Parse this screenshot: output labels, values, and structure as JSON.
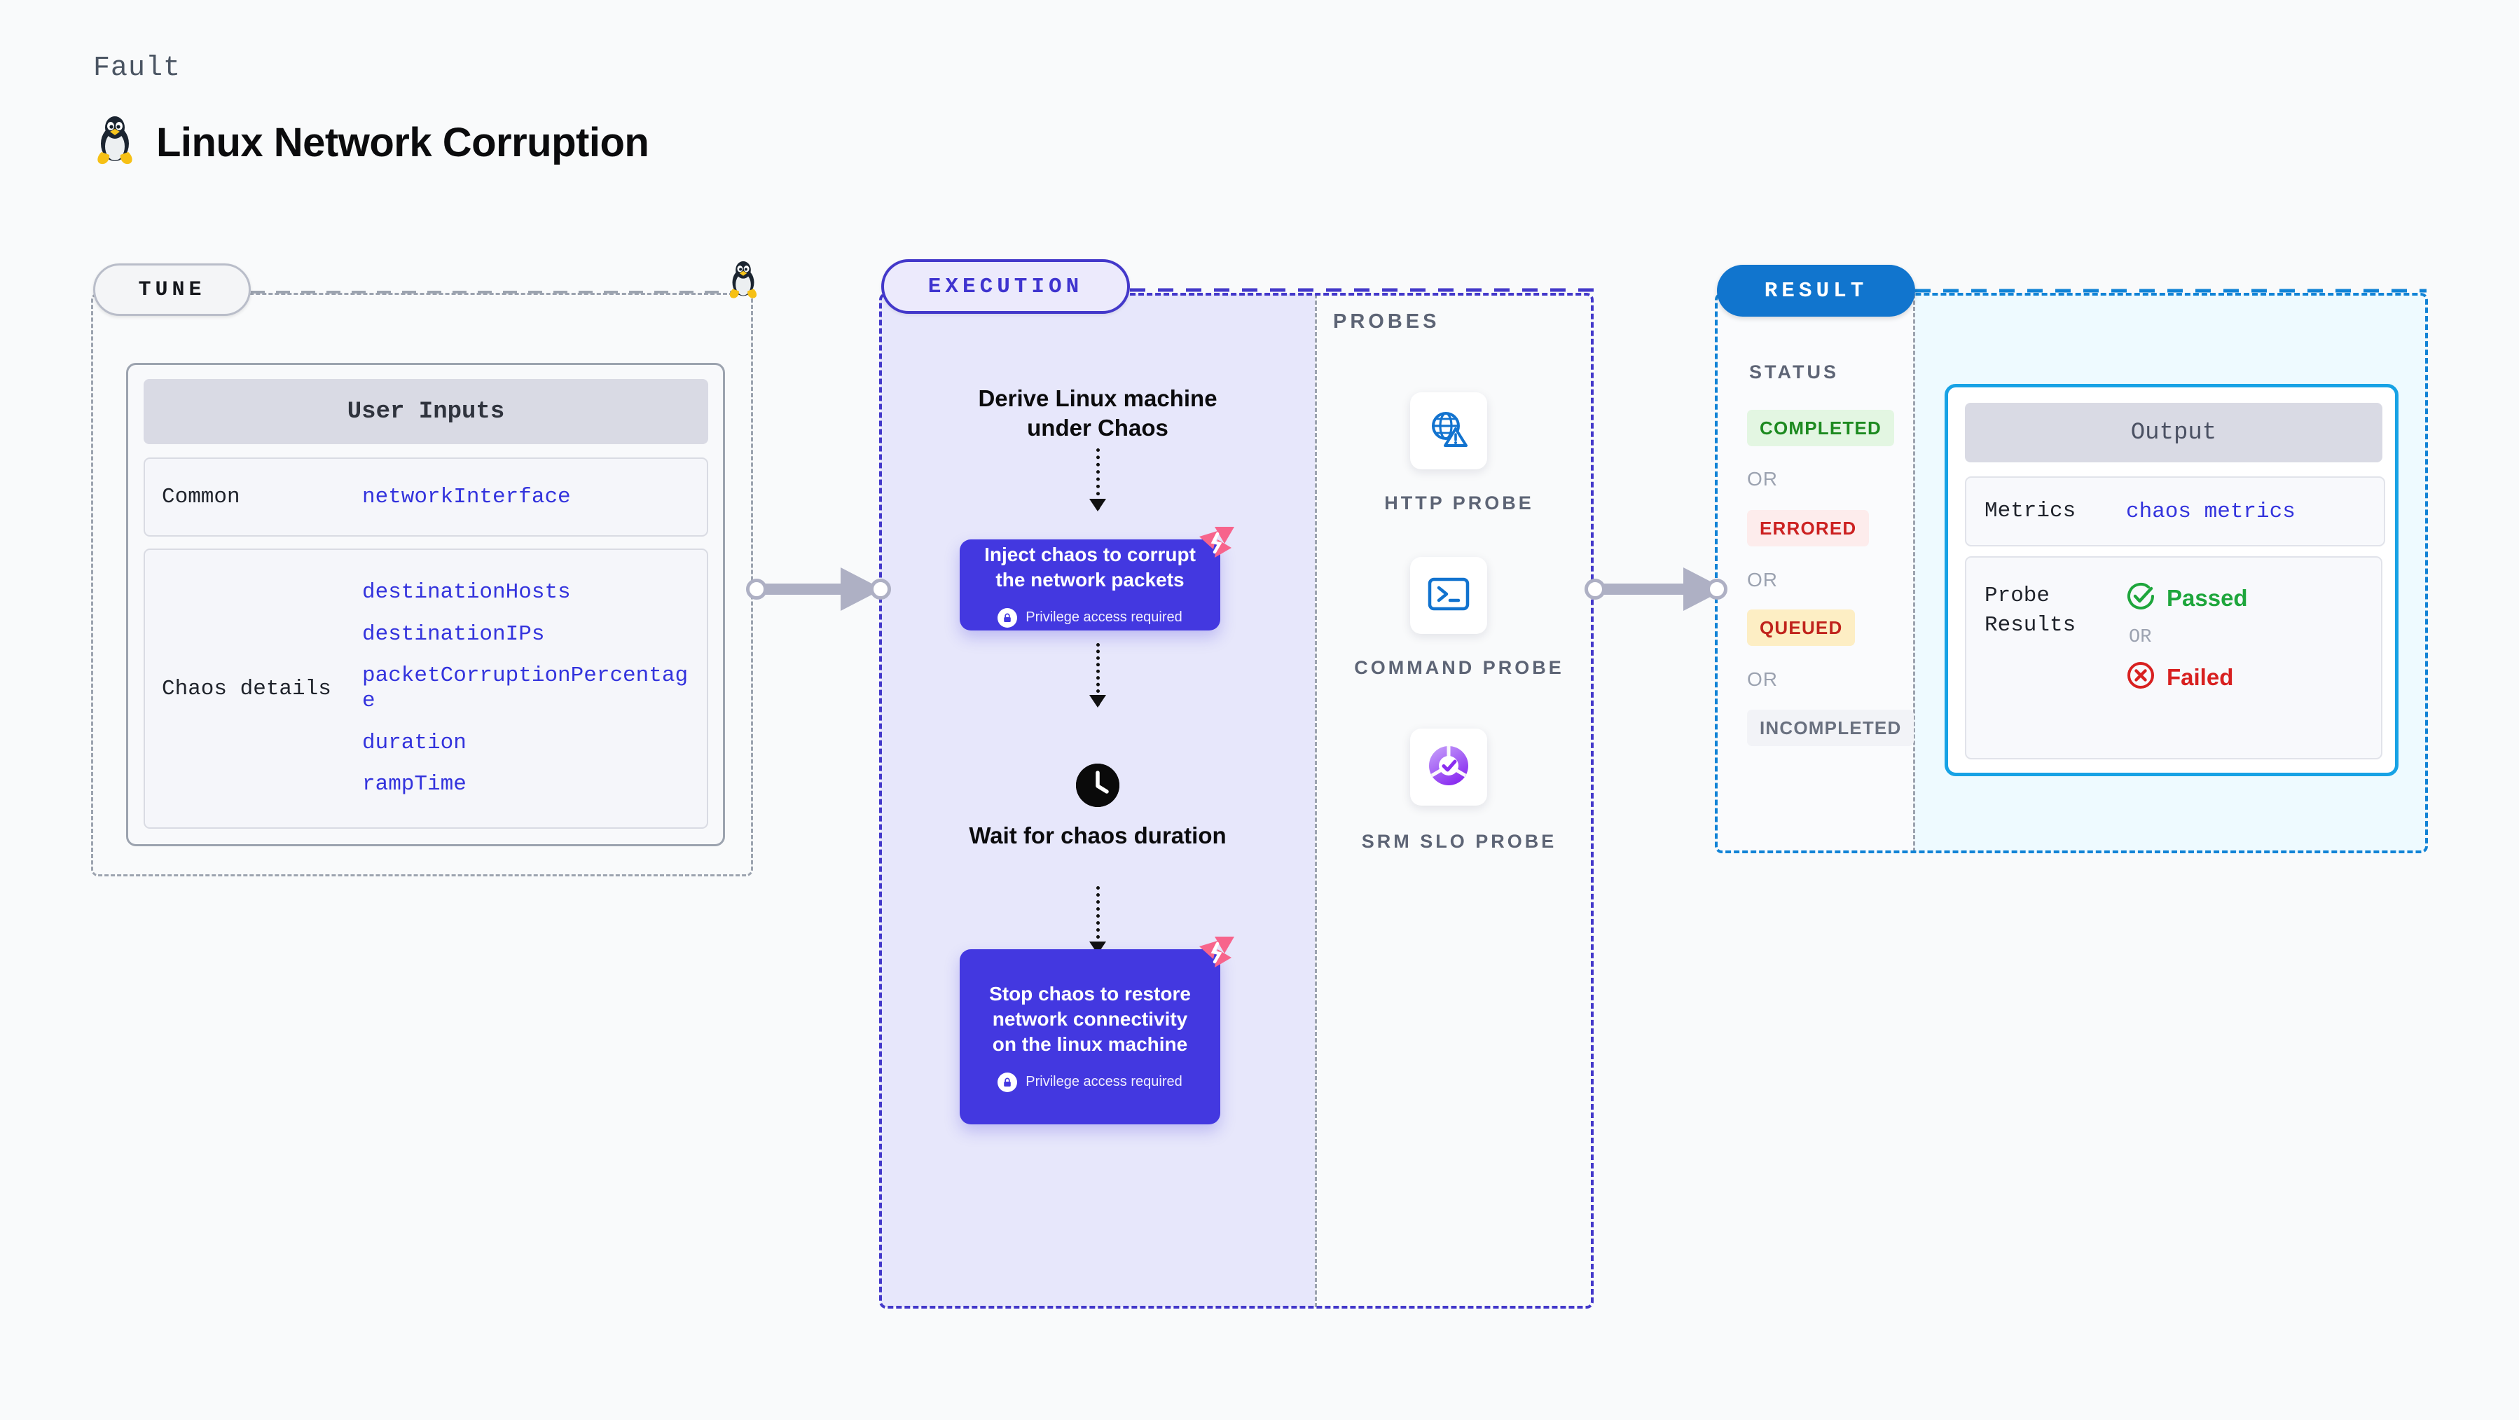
{
  "header": {
    "eyebrow": "Fault",
    "title": "Linux Network Corruption",
    "icon": "linux-penguin-icon"
  },
  "tune": {
    "pill_label": "TUNE",
    "card_title": "User Inputs",
    "rows": [
      {
        "key": "Common",
        "values": [
          "networkInterface"
        ]
      },
      {
        "key": "Chaos details",
        "values": [
          "destinationHosts",
          "destinationIPs",
          "packetCorruptionPercentage",
          "duration",
          "rampTime"
        ]
      }
    ]
  },
  "execution": {
    "pill_label": "EXECUTION",
    "start_title": "Derive Linux machine under Chaos",
    "step_inject": {
      "text": "Inject chaos to corrupt the network packets",
      "privilege_note": "Privilege access required"
    },
    "wait_title": "Wait for chaos duration",
    "step_stop": {
      "text": "Stop chaos to restore network connectivity on the linux machine",
      "privilege_note": "Privilege access required"
    }
  },
  "probes": {
    "section_label": "PROBES",
    "items": [
      {
        "label": "HTTP PROBE",
        "icon": "globe-warning-icon"
      },
      {
        "label": "COMMAND PROBE",
        "icon": "terminal-icon"
      },
      {
        "label": "SRM SLO PROBE",
        "icon": "slo-check-icon"
      }
    ]
  },
  "result": {
    "pill_label": "RESULT",
    "status_label": "STATUS",
    "or_label": "OR",
    "statuses": [
      {
        "text": "COMPLETED",
        "bg": "#e3f6e2",
        "fg": "#1d8a20"
      },
      {
        "text": "ERRORED",
        "bg": "#fdecec",
        "fg": "#cc2121"
      },
      {
        "text": "QUEUED",
        "bg": "#fdeec4",
        "fg": "#c0231c"
      },
      {
        "text": "INCOMPLETED",
        "bg": "#f2f3f7",
        "fg": "#69707f"
      }
    ],
    "output": {
      "card_title": "Output",
      "metrics_key": "Metrics",
      "metrics_value": "chaos metrics",
      "probe_key": "Probe Results",
      "passed_label": "Passed",
      "or_label": "OR",
      "failed_label": "Failed"
    }
  },
  "colors": {
    "tune_border": "#9ca3af",
    "execution_accent": "#4338ca",
    "execution_bg": "#e7e7fb",
    "result_accent": "#1183d6",
    "result_bg": "#eefaff",
    "chaos_box": "#4338e0",
    "harness_pink": "#f7648c",
    "link_blue": "#3333dd",
    "pass_green": "#1ea63c",
    "fail_red": "#d82020"
  }
}
